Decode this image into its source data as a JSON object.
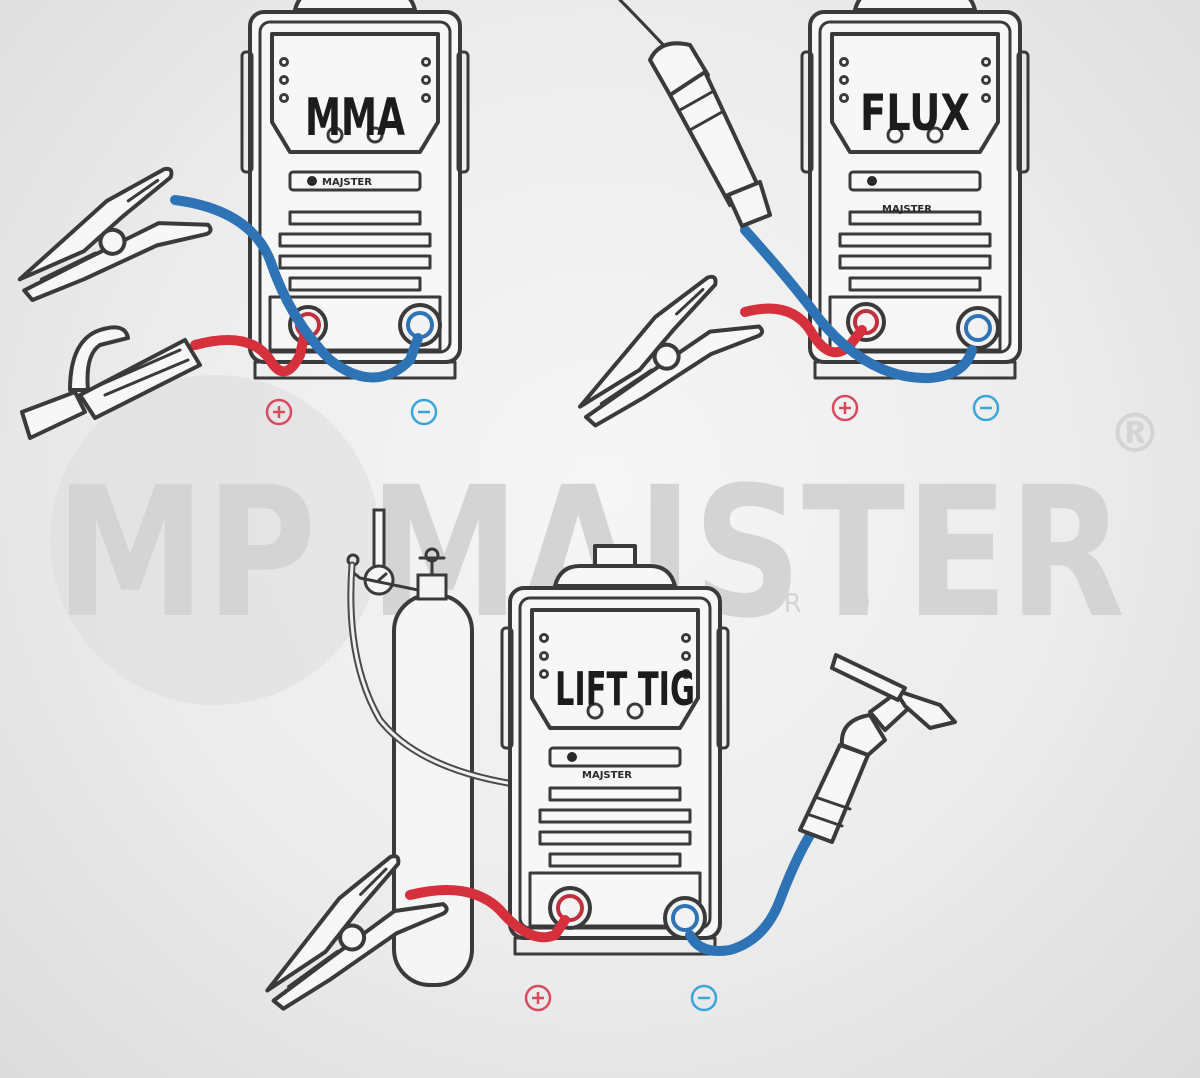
{
  "watermark": {
    "logo_text": "MP MAJSTER",
    "sub_text": "PRO",
    "registered_symbol": "®"
  },
  "brand_label": "MAJSTER",
  "welders": [
    {
      "mode": "MMA",
      "positive_symbol": "+",
      "negative_symbol": "−"
    },
    {
      "mode": "FLUX",
      "positive_symbol": "+",
      "negative_symbol": "−"
    },
    {
      "mode": "LIFT TIG",
      "positive_symbol": "+",
      "negative_symbol": "−"
    }
  ],
  "colors": {
    "positive_cable": "#d7303d",
    "negative_cable": "#2d73b6",
    "positive_symbol": "#d94b5c",
    "negative_symbol": "#3aa6d6",
    "outline": "#3a3a3a"
  },
  "icons": [
    "earth-clamp-icon",
    "electrode-holder-icon",
    "mig-torch-icon",
    "tig-torch-icon",
    "gas-cylinder-icon",
    "regulator-icon"
  ]
}
